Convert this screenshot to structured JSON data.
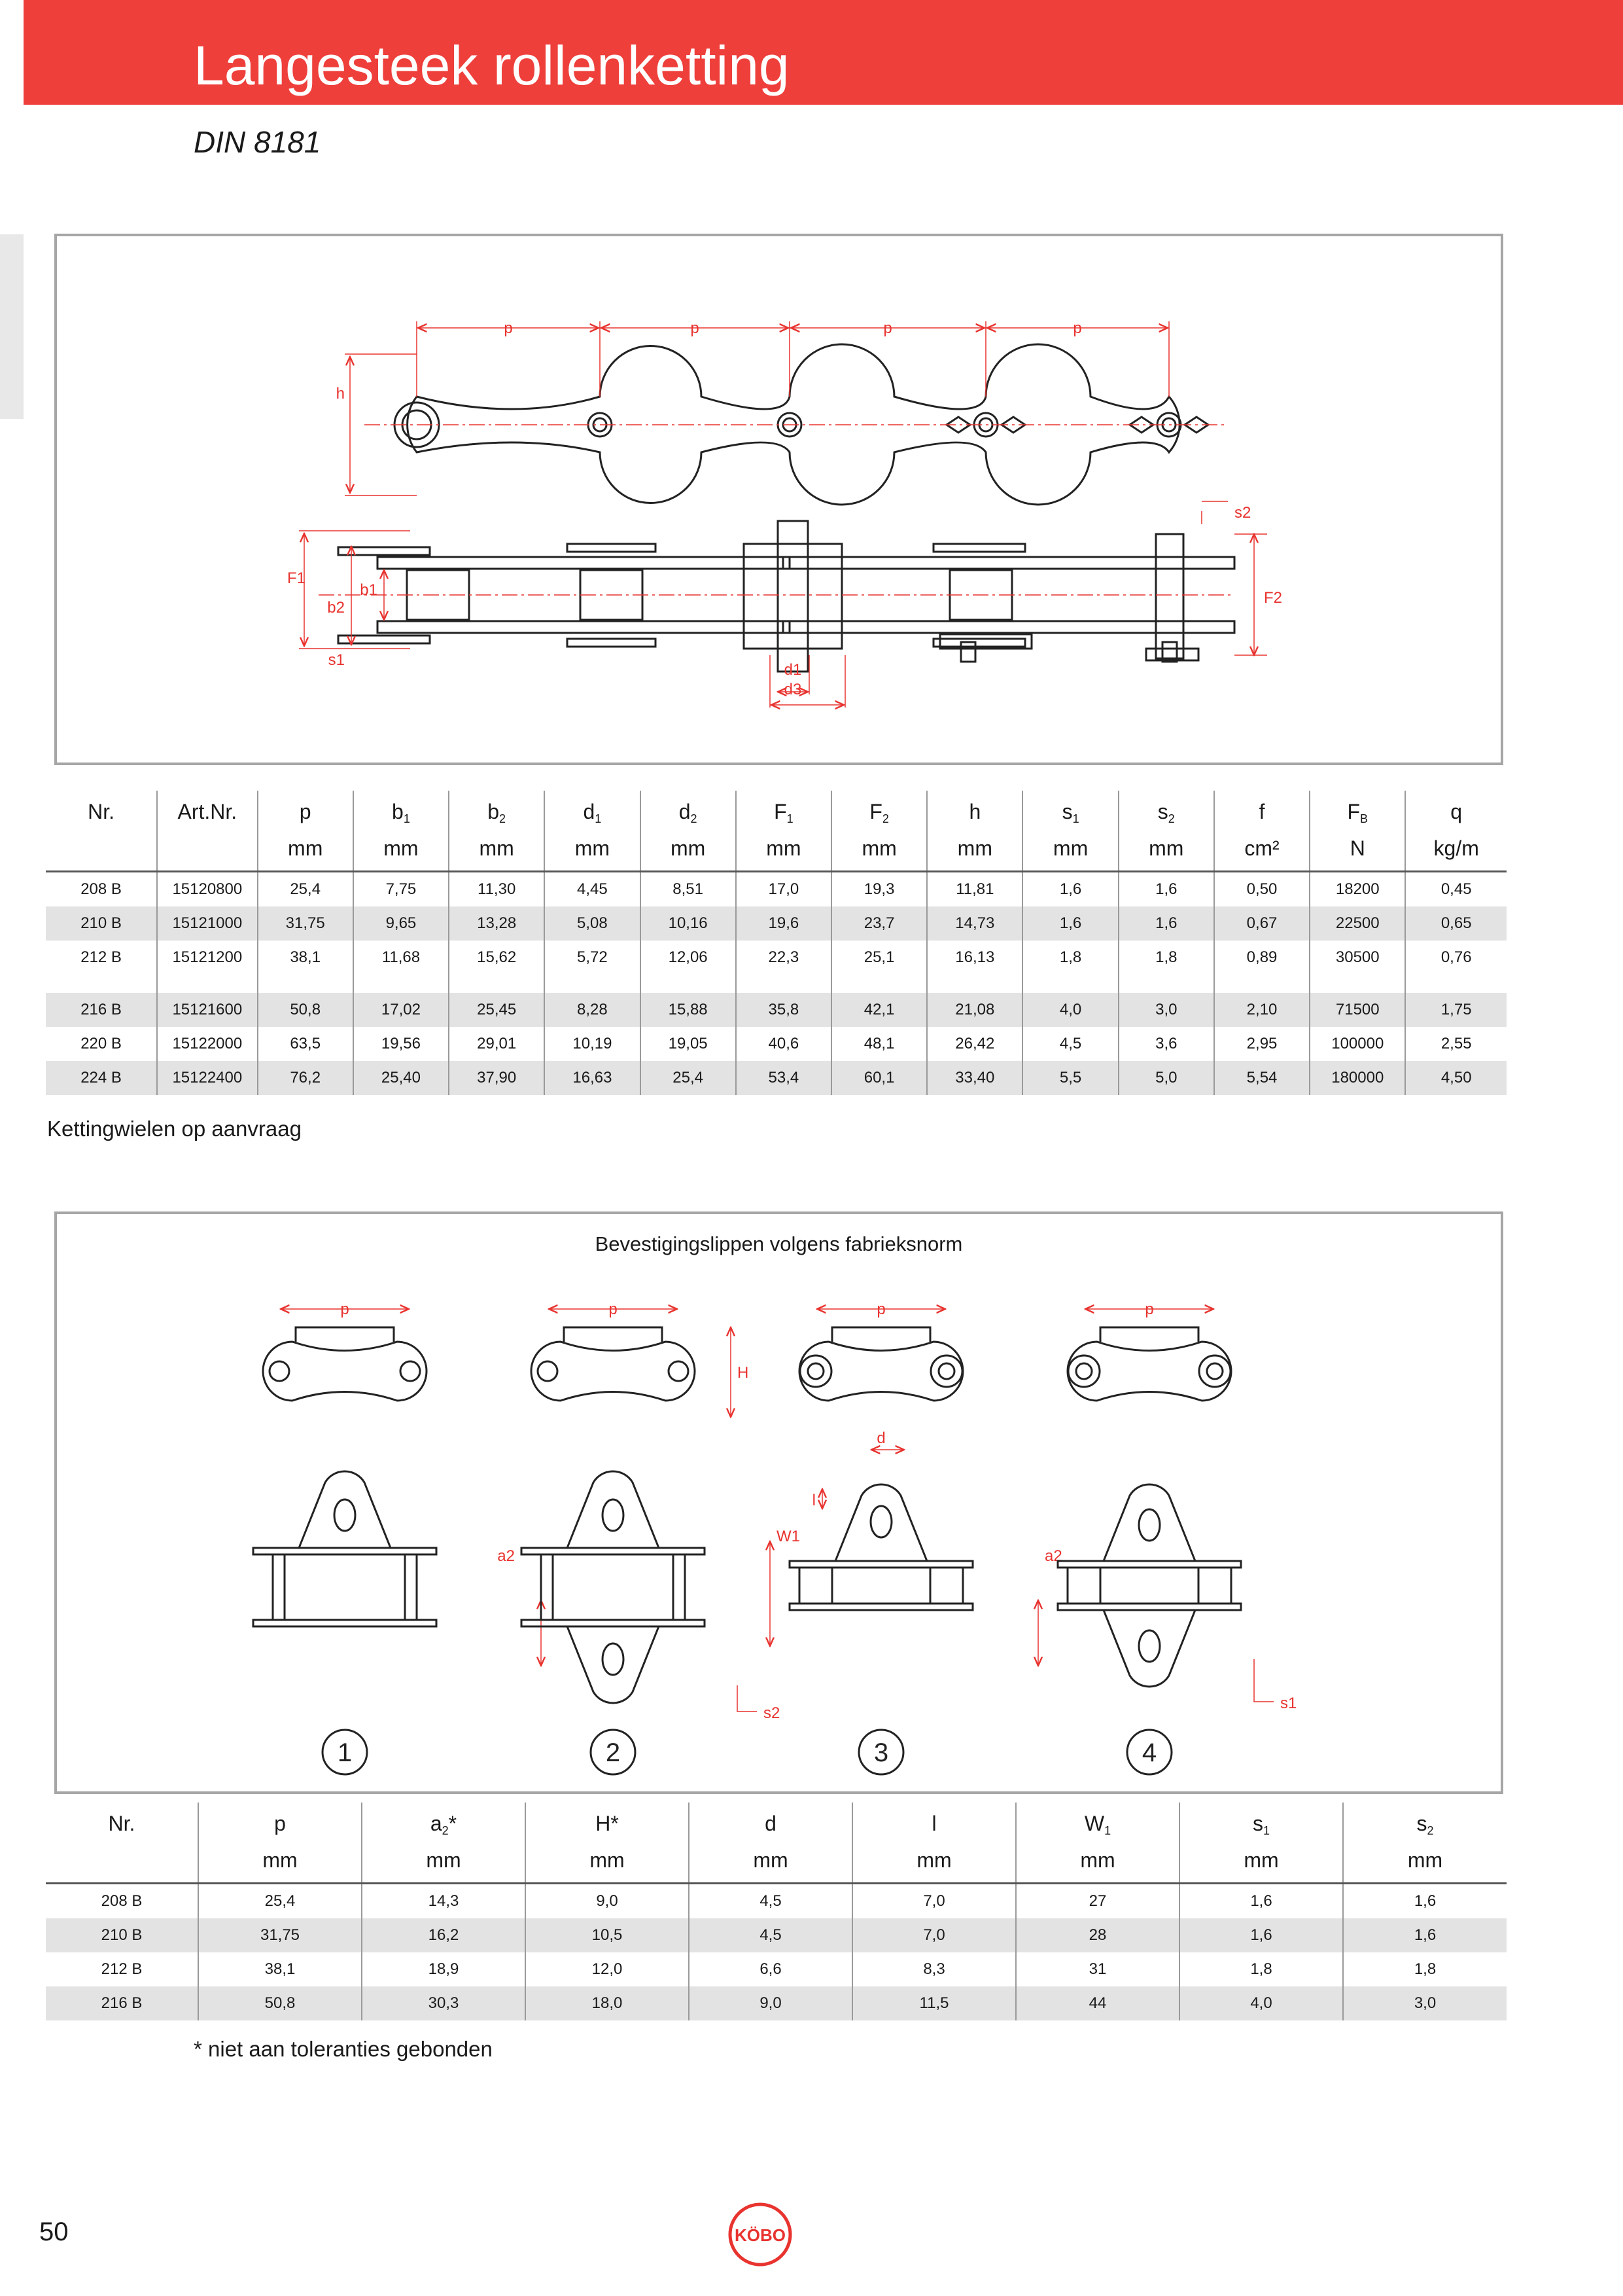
{
  "header": {
    "title": "Langesteek rollenketting",
    "subtitle": "DIN 8181"
  },
  "colors": {
    "brand_red": "#ee3f3b",
    "dimension_red": "#e8332f",
    "row_shade": "#e3e3e3"
  },
  "drawing1": {
    "pitch_label": "p",
    "height_label": "h",
    "dim_labels": {
      "F1": "F1",
      "F2": "F2",
      "b1": "b1",
      "b2": "b2",
      "s1": "s1",
      "s2": "s2",
      "d1": "d1",
      "d3": "d3"
    }
  },
  "table1": {
    "col_headers": [
      {
        "sym": "Nr.",
        "sub": "",
        "unit": ""
      },
      {
        "sym": "Art.Nr.",
        "sub": "",
        "unit": ""
      },
      {
        "sym": "p",
        "sub": "",
        "unit": "mm"
      },
      {
        "sym": "b",
        "sub": "1",
        "unit": "mm"
      },
      {
        "sym": "b",
        "sub": "2",
        "unit": "mm"
      },
      {
        "sym": "d",
        "sub": "1",
        "unit": "mm"
      },
      {
        "sym": "d",
        "sub": "2",
        "unit": "mm"
      },
      {
        "sym": "F",
        "sub": "1",
        "unit": "mm"
      },
      {
        "sym": "F",
        "sub": "2",
        "unit": "mm"
      },
      {
        "sym": "h",
        "sub": "",
        "unit": "mm"
      },
      {
        "sym": "s",
        "sub": "1",
        "unit": "mm"
      },
      {
        "sym": "s",
        "sub": "2",
        "unit": "mm"
      },
      {
        "sym": "f",
        "sub": "",
        "unit": "cm²"
      },
      {
        "sym": "F",
        "sub": "B",
        "unit": "N"
      },
      {
        "sym": "q",
        "sub": "",
        "unit": "kg/m"
      }
    ],
    "rows": [
      [
        "208 B",
        "15120800",
        "25,4",
        "7,75",
        "11,30",
        "4,45",
        "8,51",
        "17,0",
        "19,3",
        "11,81",
        "1,6",
        "1,6",
        "0,50",
        "18200",
        "0,45"
      ],
      [
        "210 B",
        "15121000",
        "31,75",
        "9,65",
        "13,28",
        "5,08",
        "10,16",
        "19,6",
        "23,7",
        "14,73",
        "1,6",
        "1,6",
        "0,67",
        "22500",
        "0,65"
      ],
      [
        "212 B",
        "15121200",
        "38,1",
        "11,68",
        "15,62",
        "5,72",
        "12,06",
        "22,3",
        "25,1",
        "16,13",
        "1,8",
        "1,8",
        "0,89",
        "30500",
        "0,76"
      ],
      [
        "216 B",
        "15121600",
        "50,8",
        "17,02",
        "25,45",
        "8,28",
        "15,88",
        "35,8",
        "42,1",
        "21,08",
        "4,0",
        "3,0",
        "2,10",
        "71500",
        "1,75"
      ],
      [
        "220 B",
        "15122000",
        "63,5",
        "19,56",
        "29,01",
        "10,19",
        "19,05",
        "40,6",
        "48,1",
        "26,42",
        "4,5",
        "3,6",
        "2,95",
        "100000",
        "2,55"
      ],
      [
        "224 B",
        "15122400",
        "76,2",
        "25,40",
        "37,90",
        "16,63",
        "25,4",
        "53,4",
        "60,1",
        "33,40",
        "5,5",
        "5,0",
        "5,54",
        "180000",
        "4,50"
      ]
    ],
    "note": "Kettingwielen op aanvraag"
  },
  "drawing2": {
    "caption": "Bevestigingslippen volgens fabrieksnorm",
    "labels": {
      "p": "p",
      "H": "H",
      "d": "d",
      "l": "l",
      "W1": "W1",
      "a2": "a2",
      "s1": "s1",
      "s2": "s2"
    },
    "variants": [
      "1",
      "2",
      "3",
      "4"
    ]
  },
  "table2": {
    "col_headers": [
      {
        "sym": "Nr.",
        "sub": "",
        "suffix": "",
        "unit": ""
      },
      {
        "sym": "p",
        "sub": "",
        "suffix": "",
        "unit": "mm"
      },
      {
        "sym": "a",
        "sub": "2",
        "suffix": "*",
        "unit": "mm"
      },
      {
        "sym": "H*",
        "sub": "",
        "suffix": "",
        "unit": "mm"
      },
      {
        "sym": "d",
        "sub": "",
        "suffix": "",
        "unit": "mm"
      },
      {
        "sym": "l",
        "sub": "",
        "suffix": "",
        "unit": "mm"
      },
      {
        "sym": "W",
        "sub": "1",
        "suffix": "",
        "unit": "mm"
      },
      {
        "sym": "s",
        "sub": "1",
        "suffix": "",
        "unit": "mm"
      },
      {
        "sym": "s",
        "sub": "2",
        "suffix": "",
        "unit": "mm"
      }
    ],
    "rows": [
      [
        "208 B",
        "25,4",
        "14,3",
        "9,0",
        "4,5",
        "7,0",
        "27",
        "1,6",
        "1,6"
      ],
      [
        "210 B",
        "31,75",
        "16,2",
        "10,5",
        "4,5",
        "7,0",
        "28",
        "1,6",
        "1,6"
      ],
      [
        "212 B",
        "38,1",
        "18,9",
        "12,0",
        "6,6",
        "8,3",
        "31",
        "1,8",
        "1,8"
      ],
      [
        "216 B",
        "50,8",
        "30,3",
        "18,0",
        "9,0",
        "11,5",
        "44",
        "4,0",
        "3,0"
      ]
    ],
    "note": "* niet aan toleranties gebonden"
  },
  "footer": {
    "page_number": "50",
    "logo_text": "KÖBO"
  }
}
